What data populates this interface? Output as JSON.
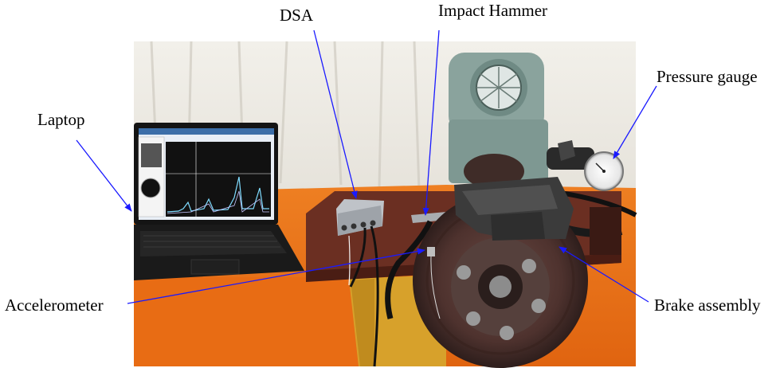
{
  "labels": {
    "dsa": "DSA",
    "impact_hammer": "Impact Hammer",
    "pressure_gauge": "Pressure gauge",
    "laptop": "Laptop",
    "accelerometer": "Accelerometer",
    "brake_assembly": "Brake assembly"
  },
  "colors": {
    "arrow": "#1a1aff",
    "table_orange": "#f07a1a",
    "wall": "#e9e6df",
    "stand_yellow": "#d9a22a"
  }
}
